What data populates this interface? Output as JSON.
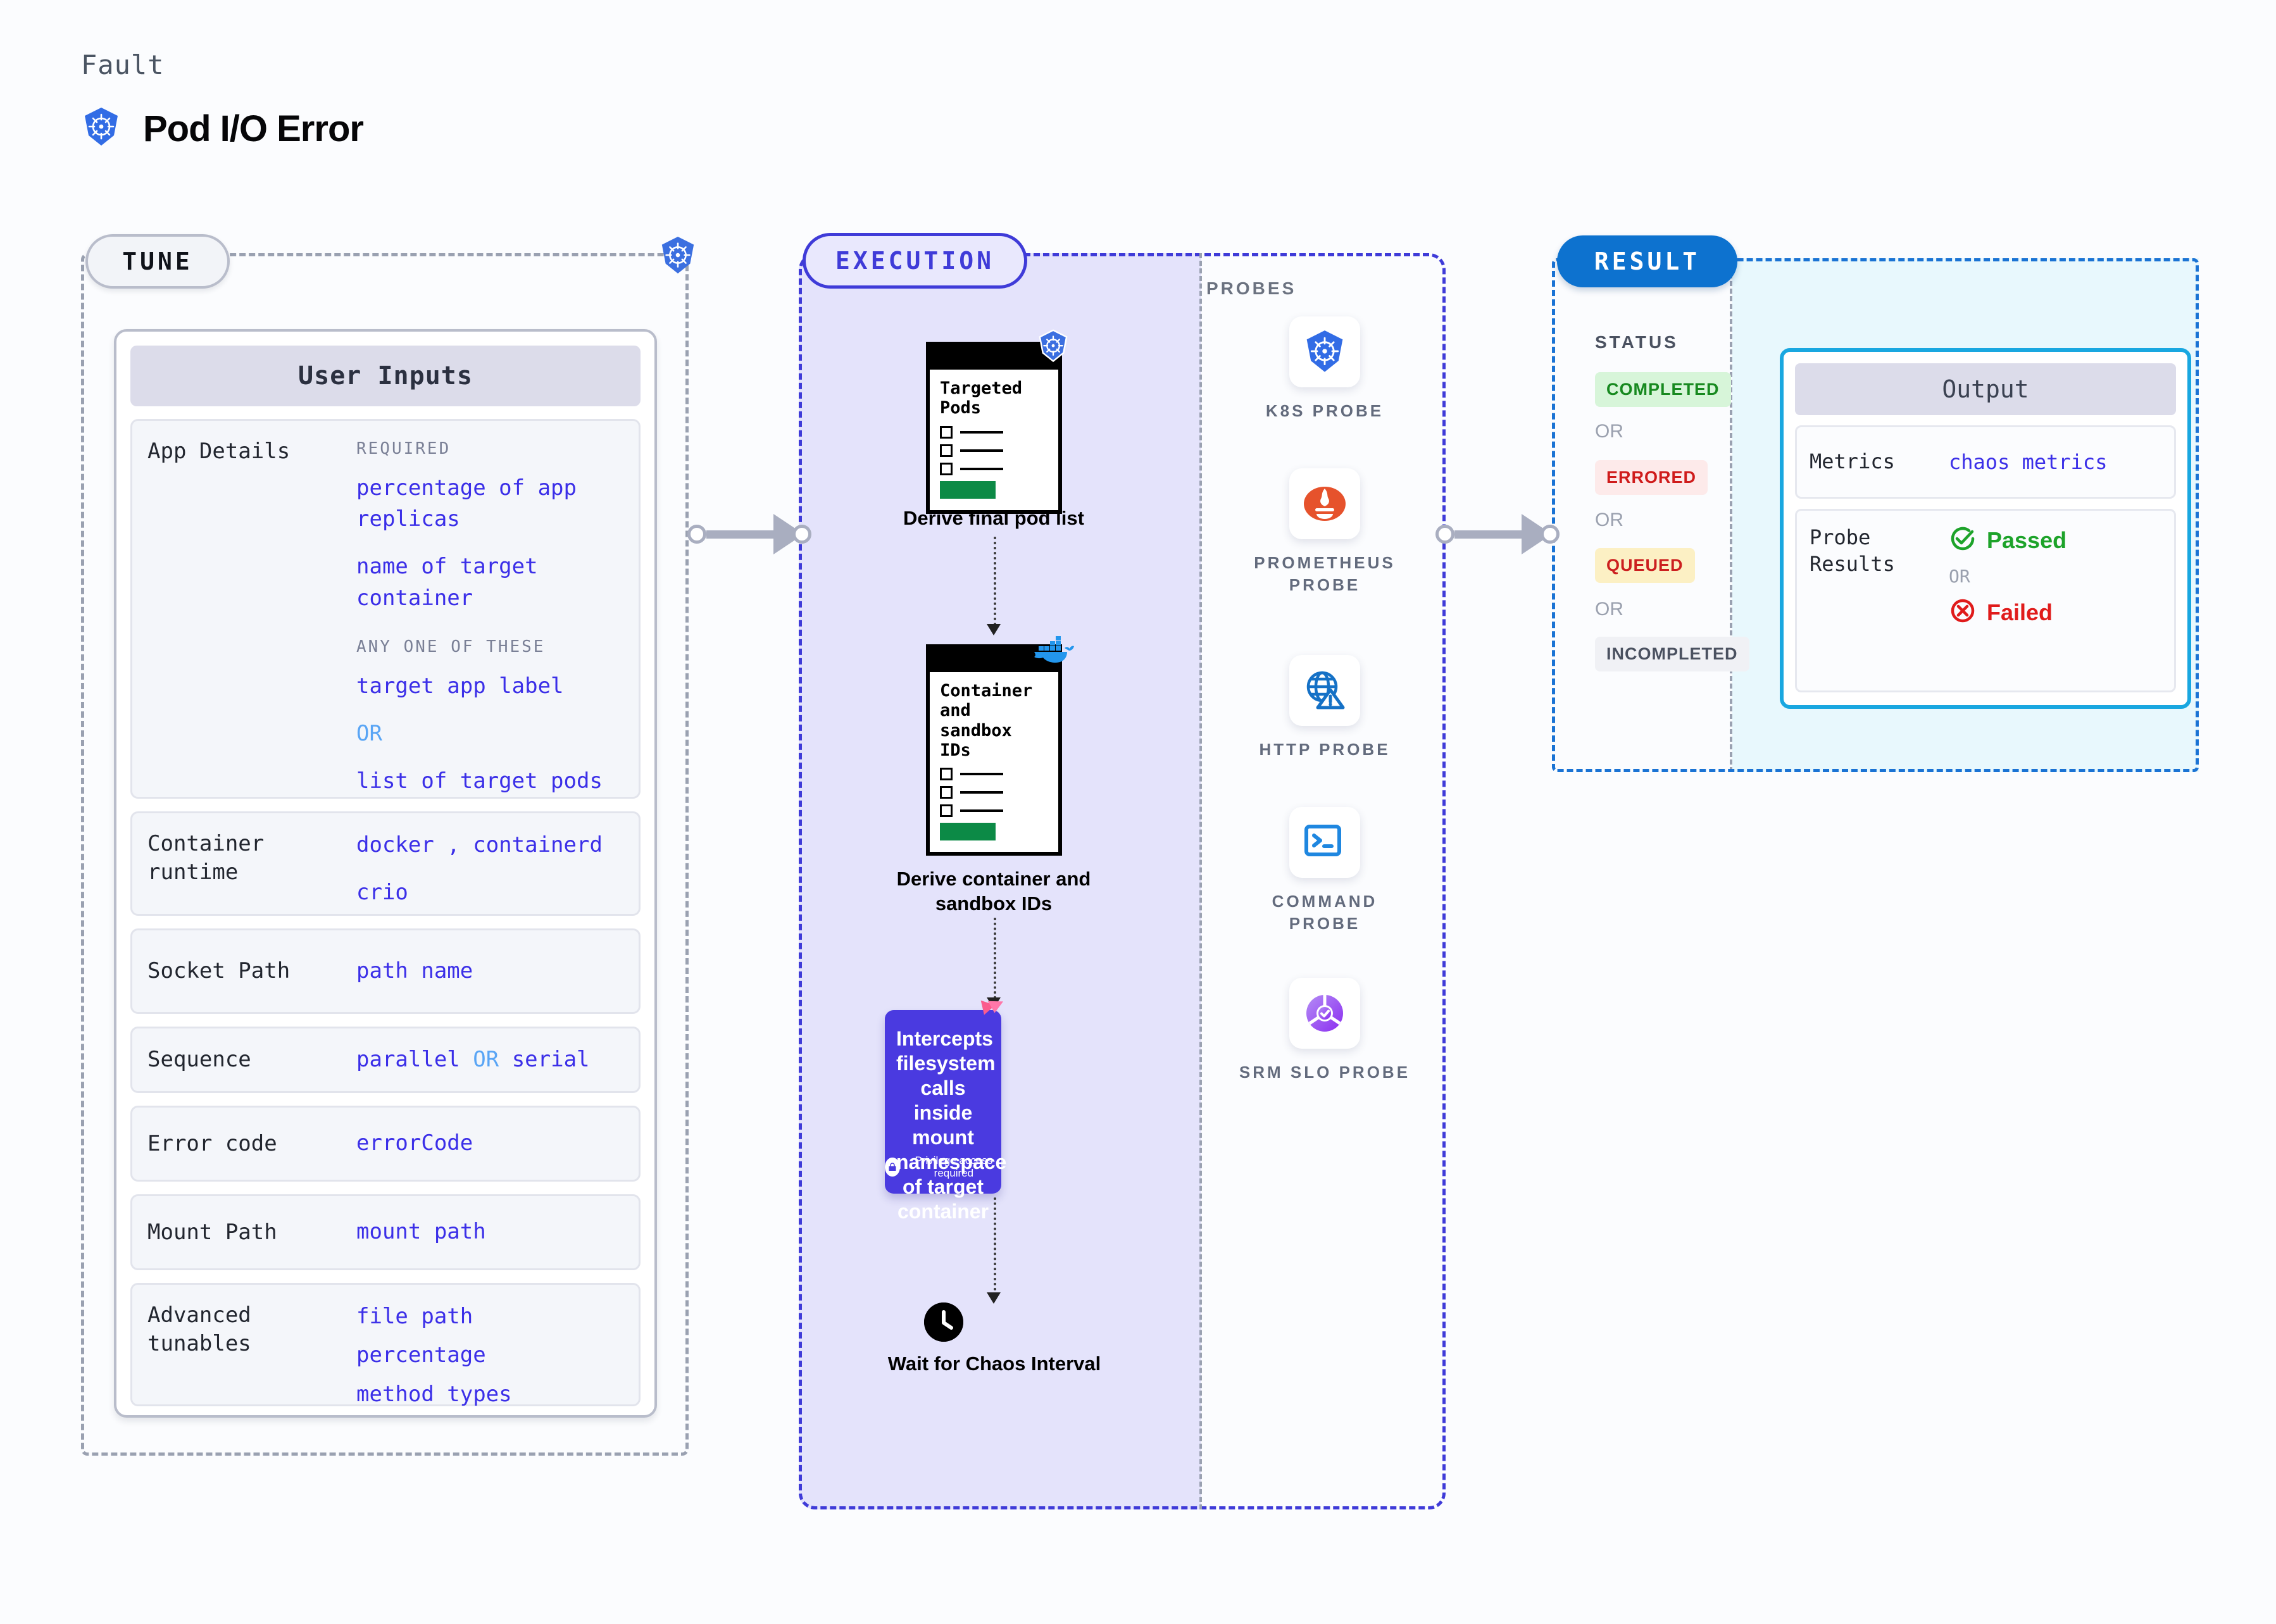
{
  "header": {
    "kicker": "Fault",
    "title": "Pod I/O Error",
    "logo_icon": "kubernetes-icon"
  },
  "stages": {
    "tune": "TUNE",
    "execution": "EXECUTION",
    "result": "RESULT"
  },
  "tune": {
    "card_title": "User Inputs",
    "rows": [
      {
        "label": "App Details",
        "required_heading": "REQUIRED",
        "required_values": [
          "percentage of app replicas",
          "name of target container"
        ],
        "anyone_heading": "ANY ONE OF THESE",
        "anyone_values": [
          "target app label",
          "list of target pods"
        ],
        "or": "OR"
      },
      {
        "label": "Container runtime",
        "values_line1": "docker , containerd",
        "values_line2": "crio"
      },
      {
        "label": "Socket Path",
        "value": "path name"
      },
      {
        "label": "Sequence",
        "value_a": "parallel",
        "or": "OR",
        "value_b": "serial"
      },
      {
        "label": "Error code",
        "value": "errorCode"
      },
      {
        "label": "Mount Path",
        "value": "mount path"
      },
      {
        "label": "Advanced tunables",
        "values": [
          "file path",
          "percentage",
          "method types"
        ]
      }
    ]
  },
  "execution": {
    "steps": [
      {
        "card_title": "Targeted Pods",
        "caption": "Derive final pod list",
        "badge_icon": "kubernetes-icon"
      },
      {
        "card_title": "Container and sandbox IDs",
        "caption": "Derive container and sandbox IDs",
        "badge_icon": "docker-icon"
      }
    ],
    "action_box": {
      "text": "Intercepts filesystem calls inside mount namespace of target container",
      "privilege_note": "Privilege access required",
      "privilege_icon": "lock-icon",
      "corner_icon": "litmus-icon",
      "color": "#4a3ae0"
    },
    "wait_step": {
      "caption": "Wait for Chaos Interval",
      "icon": "clock-icon"
    }
  },
  "probes": {
    "title": "PROBES",
    "items": [
      {
        "label": "K8S PROBE",
        "icon": "kubernetes-icon"
      },
      {
        "label": "PROMETHEUS PROBE",
        "icon": "prometheus-icon"
      },
      {
        "label": "HTTP PROBE",
        "icon": "globe-warning-icon"
      },
      {
        "label": "COMMAND PROBE",
        "icon": "terminal-icon"
      },
      {
        "label": "SRM SLO PROBE",
        "icon": "slo-donut-icon"
      }
    ]
  },
  "result": {
    "status_title": "STATUS",
    "or": "OR",
    "statuses": [
      {
        "label": "COMPLETED",
        "bg": "#d7f5d9",
        "fg": "#17891f"
      },
      {
        "label": "ERRORED",
        "bg": "#fdeaea",
        "fg": "#cf1b1b"
      },
      {
        "label": "QUEUED",
        "bg": "#fcf0c4",
        "fg": "#cc1f1f"
      },
      {
        "label": "INCOMPLETED",
        "bg": "#f0f1f5",
        "fg": "#4a5160"
      }
    ],
    "output": {
      "title": "Output",
      "metrics_label": "Metrics",
      "metrics_value": "chaos metrics",
      "probe_results_label": "Probe Results",
      "passed": "Passed",
      "failed": "Failed",
      "or": "OR",
      "passed_icon": "check-circle-icon",
      "failed_icon": "x-circle-icon",
      "border_color": "#19a7e0"
    }
  }
}
